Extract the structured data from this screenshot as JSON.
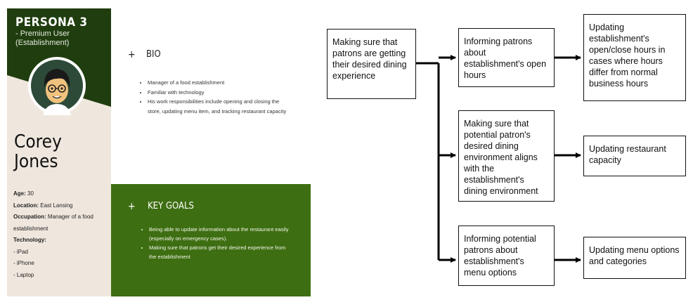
{
  "persona": {
    "title": "PERSONA 3",
    "subtitle": "- Premium User (Establishment)",
    "name": "Corey Jones",
    "details": {
      "age_label": "Age:",
      "age": "30",
      "location_label": "Location:",
      "location": "East Lansing",
      "occupation_label": "Occupation:",
      "occupation": "Manager of a food establishment",
      "technology_label": "Technology:",
      "technology": [
        "- iPad",
        "- iPhone",
        "- Laptop"
      ]
    },
    "bio": {
      "plus": "+",
      "title": "BIO",
      "items": [
        "Manager of a food establishment",
        "Familiar with technology",
        "His work responsibilities include opening and closing the store, updating menu item, and tracking restaurant capacity"
      ]
    },
    "goals": {
      "plus": "+",
      "title": "KEY GOALS",
      "items": [
        "Being able to update information about the restaurant easily (especially on emergency cases).",
        "Making sure that patrons get their desired experience from the establishment"
      ]
    },
    "colors": {
      "dark_green": "#1f3d0e",
      "goals_green": "#3e6e12",
      "beige": "#efe7de"
    }
  },
  "diagram": {
    "root": "Making sure that patrons are getting their desired dining experience",
    "level1": [
      "Informing patrons about establishment's open hours",
      "Making sure that potential patron's desired dining environment aligns with the establishment's dining environment",
      "Informing potential patrons about establishment's menu options"
    ],
    "level2": [
      "Updating establishment's open/close hours in cases where hours differ from normal business hours",
      "Updating restaurant capacity",
      "Updating menu options and categories"
    ]
  }
}
